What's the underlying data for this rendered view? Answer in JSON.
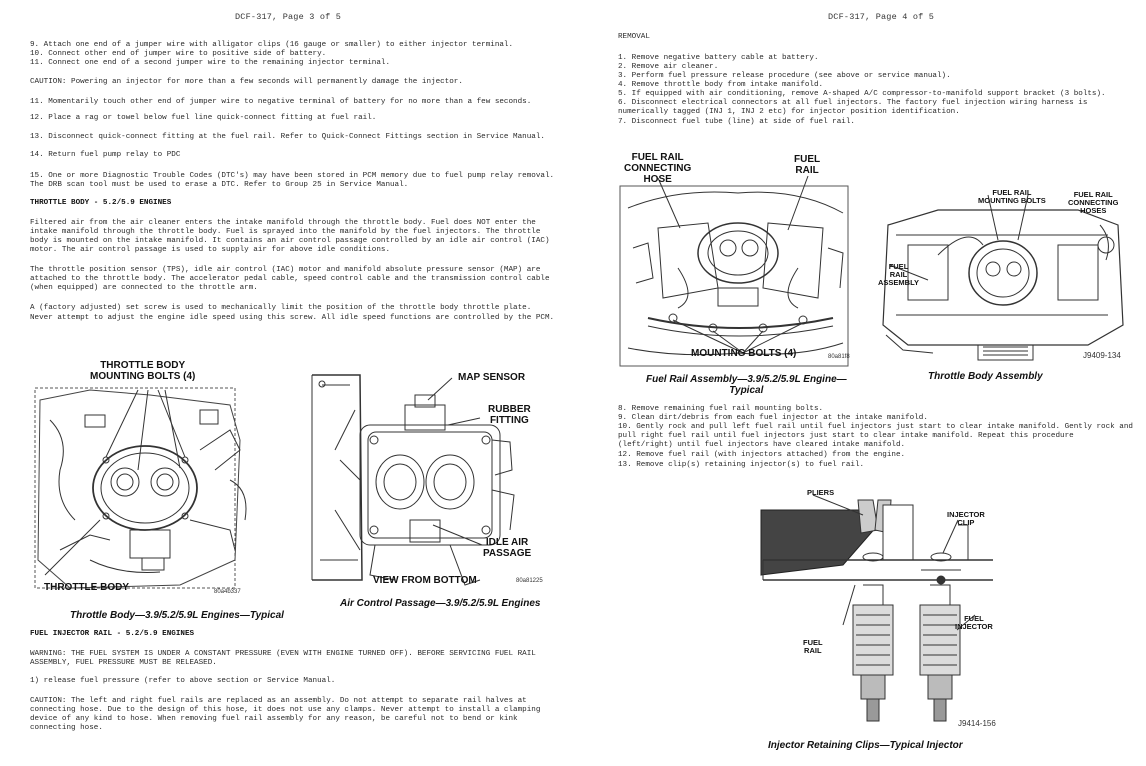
{
  "left_page": {
    "header": "DCF-317, Page 3 of 5",
    "lines": [
      "9.  Attach one end of a jumper wire with alligator clips (16 gauge or smaller) to either injector terminal.",
      "10. Connect other end of jumper wire to positive side of battery.",
      "11. Connect one end of a second jumper wire to the remaining injector terminal.",
      "CAUTION: Powering an injector for more than a few seconds will permanently damage the injector.",
      "11. Momentarily touch other end of jumper wire to negative terminal of battery for no more than a few seconds.",
      "12.  Place a rag or towel below fuel line quick-connect fitting at fuel rail.",
      "13.  Disconnect quick-connect fitting at the fuel rail.  Refer to Quick-Connect Fittings section in Service Manual.",
      "14.  Return fuel pump relay to PDC",
      "15.  One or more Diagnostic Trouble Codes (DTC's) may have been stored in PCM memory due to fuel pump relay removal.",
      "The DRB scan tool must be used to erase a DTC.  Refer to Group 25 in Service Manual.",
      "THROTTLE BODY - 5.2/5.9 ENGINES",
      "Filtered air from the air cleaner enters the intake manifold through the throttle body.  Fuel does NOT enter the",
      "intake manifold through the throttle body.  Fuel is sprayed into the manifold by the fuel injectors.  The throttle",
      "body is mounted on the intake manifold.  It contains an air control passage controlled by an idle air control (IAC)",
      "motor.  The air control passage is used to supply air for above idle conditions.",
      "The throttle position sensor (TPS), idle air control (IAC) motor and manifold absolute pressure sensor (MAP) are",
      "attached to the throttle body.  The accelerator pedal cable, speed control cable and the transmission control cable",
      "(when equipped) are connected to the throttle arm.",
      "A (factory adjusted) set screw is used to mechanically limit the position of the throttle body throttle plate.",
      "Never attempt to adjust the engine idle speed using this screw.  All idle speed functions are controlled by the PCM.",
      "FUEL INJECTOR RAIL - 5.2/5.9 ENGINES",
      "WARNING: THE FUEL SYSTEM IS UNDER A CONSTANT PRESSURE (EVEN WITH ENGINE TURNED OFF).  BEFORE SERVICING FUEL RAIL",
      "ASSEMBLY, FUEL PRESSURE MUST BE RELEASED.",
      "1) release fuel pressure  (refer to above section or Service Manual.",
      "CAUTION: The left and right fuel rails are replaced as an assembly.  Do not attempt to separate rail halves at",
      "connecting hose.  Due to the design of this hose, it does not use any clamps.  Never attempt to install a clamping",
      "device of any kind to hose.  When removing fuel rail assembly for any reason, be careful not to bend or kink",
      "connecting hose."
    ],
    "fig1": {
      "label_mounting": "THROTTLE BODY\nMOUNTING BOLTS (4)",
      "label_tb": "THROTTLE BODY",
      "code": "80a4b337",
      "caption": "Throttle Body—3.9/5.2/5.9L Engines—Typical"
    },
    "fig2": {
      "label_map": "MAP SENSOR",
      "label_rubber": "RUBBER\nFITTING",
      "label_idle": "IDLE AIR\nPASSAGE",
      "label_view": "VIEW FROM BOTTOM",
      "code": "80a81225",
      "caption": "Air Control Passage—3.9/5.2/5.9L Engines"
    }
  },
  "right_page": {
    "header": "DCF-317, Page 4 of 5",
    "lines_top": [
      "REMOVAL",
      "1.   Remove negative battery cable at battery.",
      "2.   Remove air cleaner.",
      "3.   Perform fuel pressure release procedure (see above or service manual).",
      "4.   Remove throttle body from intake manifold.",
      "5.   If equipped with air conditioning, remove A-shaped A/C compressor-to-manifold support bracket (3 bolts).",
      "6.   Disconnect electrical connectors at all fuel injectors.  The factory fuel injection wiring harness is",
      "     numerically tagged (INJ 1, INJ 2 etc) for injector position identification.",
      "7.   Disconnect fuel tube (line) at side of fuel rail."
    ],
    "lines_mid": [
      "8.   Remove remaining fuel rail mounting bolts.",
      "9.   Clean dirt/debris from each fuel injector at the intake manifold.",
      "10.  Gently rock and pull left fuel rail until fuel injectors just start to clear intake manifold.  Gently rock and",
      "     pull right fuel rail until fuel injectors just start to clear intake manifold.  Repeat this procedure",
      "     (left/right) until fuel injectors have cleared intake manifold.",
      "12.  Remove fuel rail (with injectors attached) from the engine.",
      "13.  Remove clip(s) retaining injector(s) to fuel rail."
    ],
    "fig3": {
      "label_hose": "FUEL RAIL\nCONNECTING\nHOSE",
      "label_rail": "FUEL\nRAIL",
      "label_bolts": "MOUNTING BOLTS (4)",
      "code": "80a81f8",
      "caption": "Fuel Rail Assembly—3.9/5.2/5.9L Engine—\nTypical"
    },
    "fig4": {
      "label_mb": "FUEL RAIL\nMOUNTING BOLTS",
      "label_ch": "FUEL RAIL\nCONNECTING\nHOSES",
      "label_fra": "FUEL\nRAIL\nASSEMBLY",
      "code": "J9409-134",
      "caption": "Throttle Body Assembly"
    },
    "fig5": {
      "label_pliers": "PLIERS",
      "label_clip": "INJECTOR\nCLIP",
      "label_rail": "FUEL\nRAIL",
      "label_inj": "FUEL\nINJECTOR",
      "code": "J9414-156",
      "caption": "Injector Retaining Clips—Typical Injector"
    }
  }
}
